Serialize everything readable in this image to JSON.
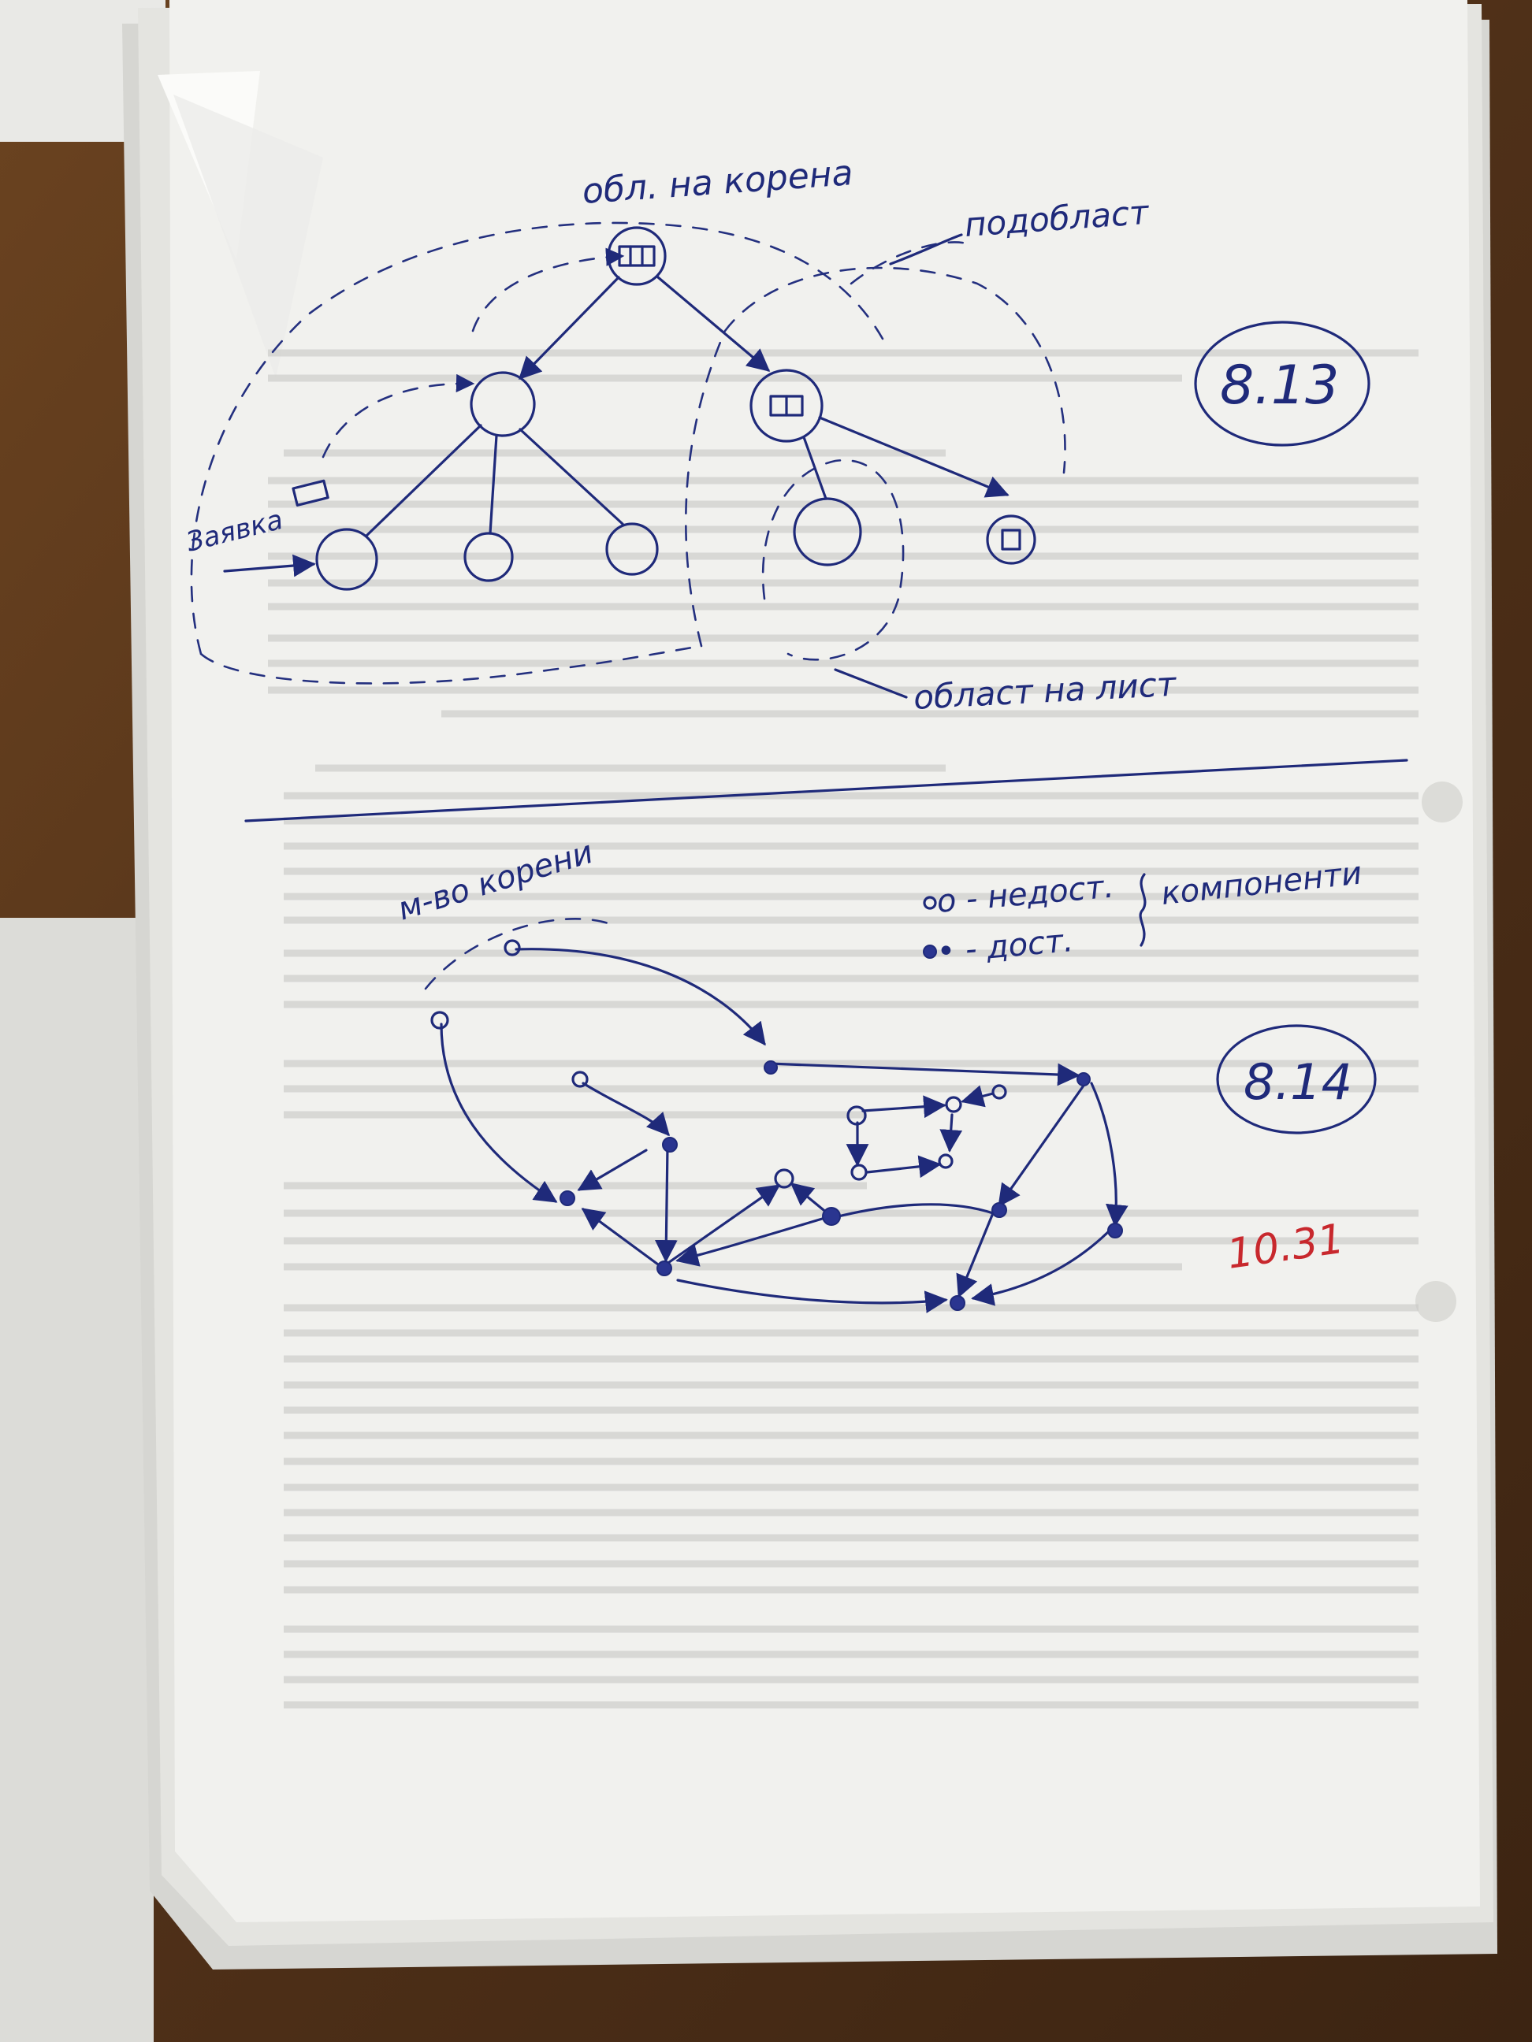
{
  "labels": {
    "root_region": "обл. на корена",
    "subregion": "подобласт",
    "leaf_region": "област на лист",
    "request": "Заявка",
    "roots_set": "м-во корени",
    "legend_unreached": "о - недост.",
    "legend_reached": "• - дост.",
    "components": "компоненти",
    "figure_a": "8.13",
    "figure_b": "8.14",
    "time_mark": "10.31"
  },
  "colors": {
    "table": "#5b3a1c",
    "paper": "#f1f1ee",
    "ink": "#1f2a7a",
    "red_ink": "#c8282d"
  }
}
